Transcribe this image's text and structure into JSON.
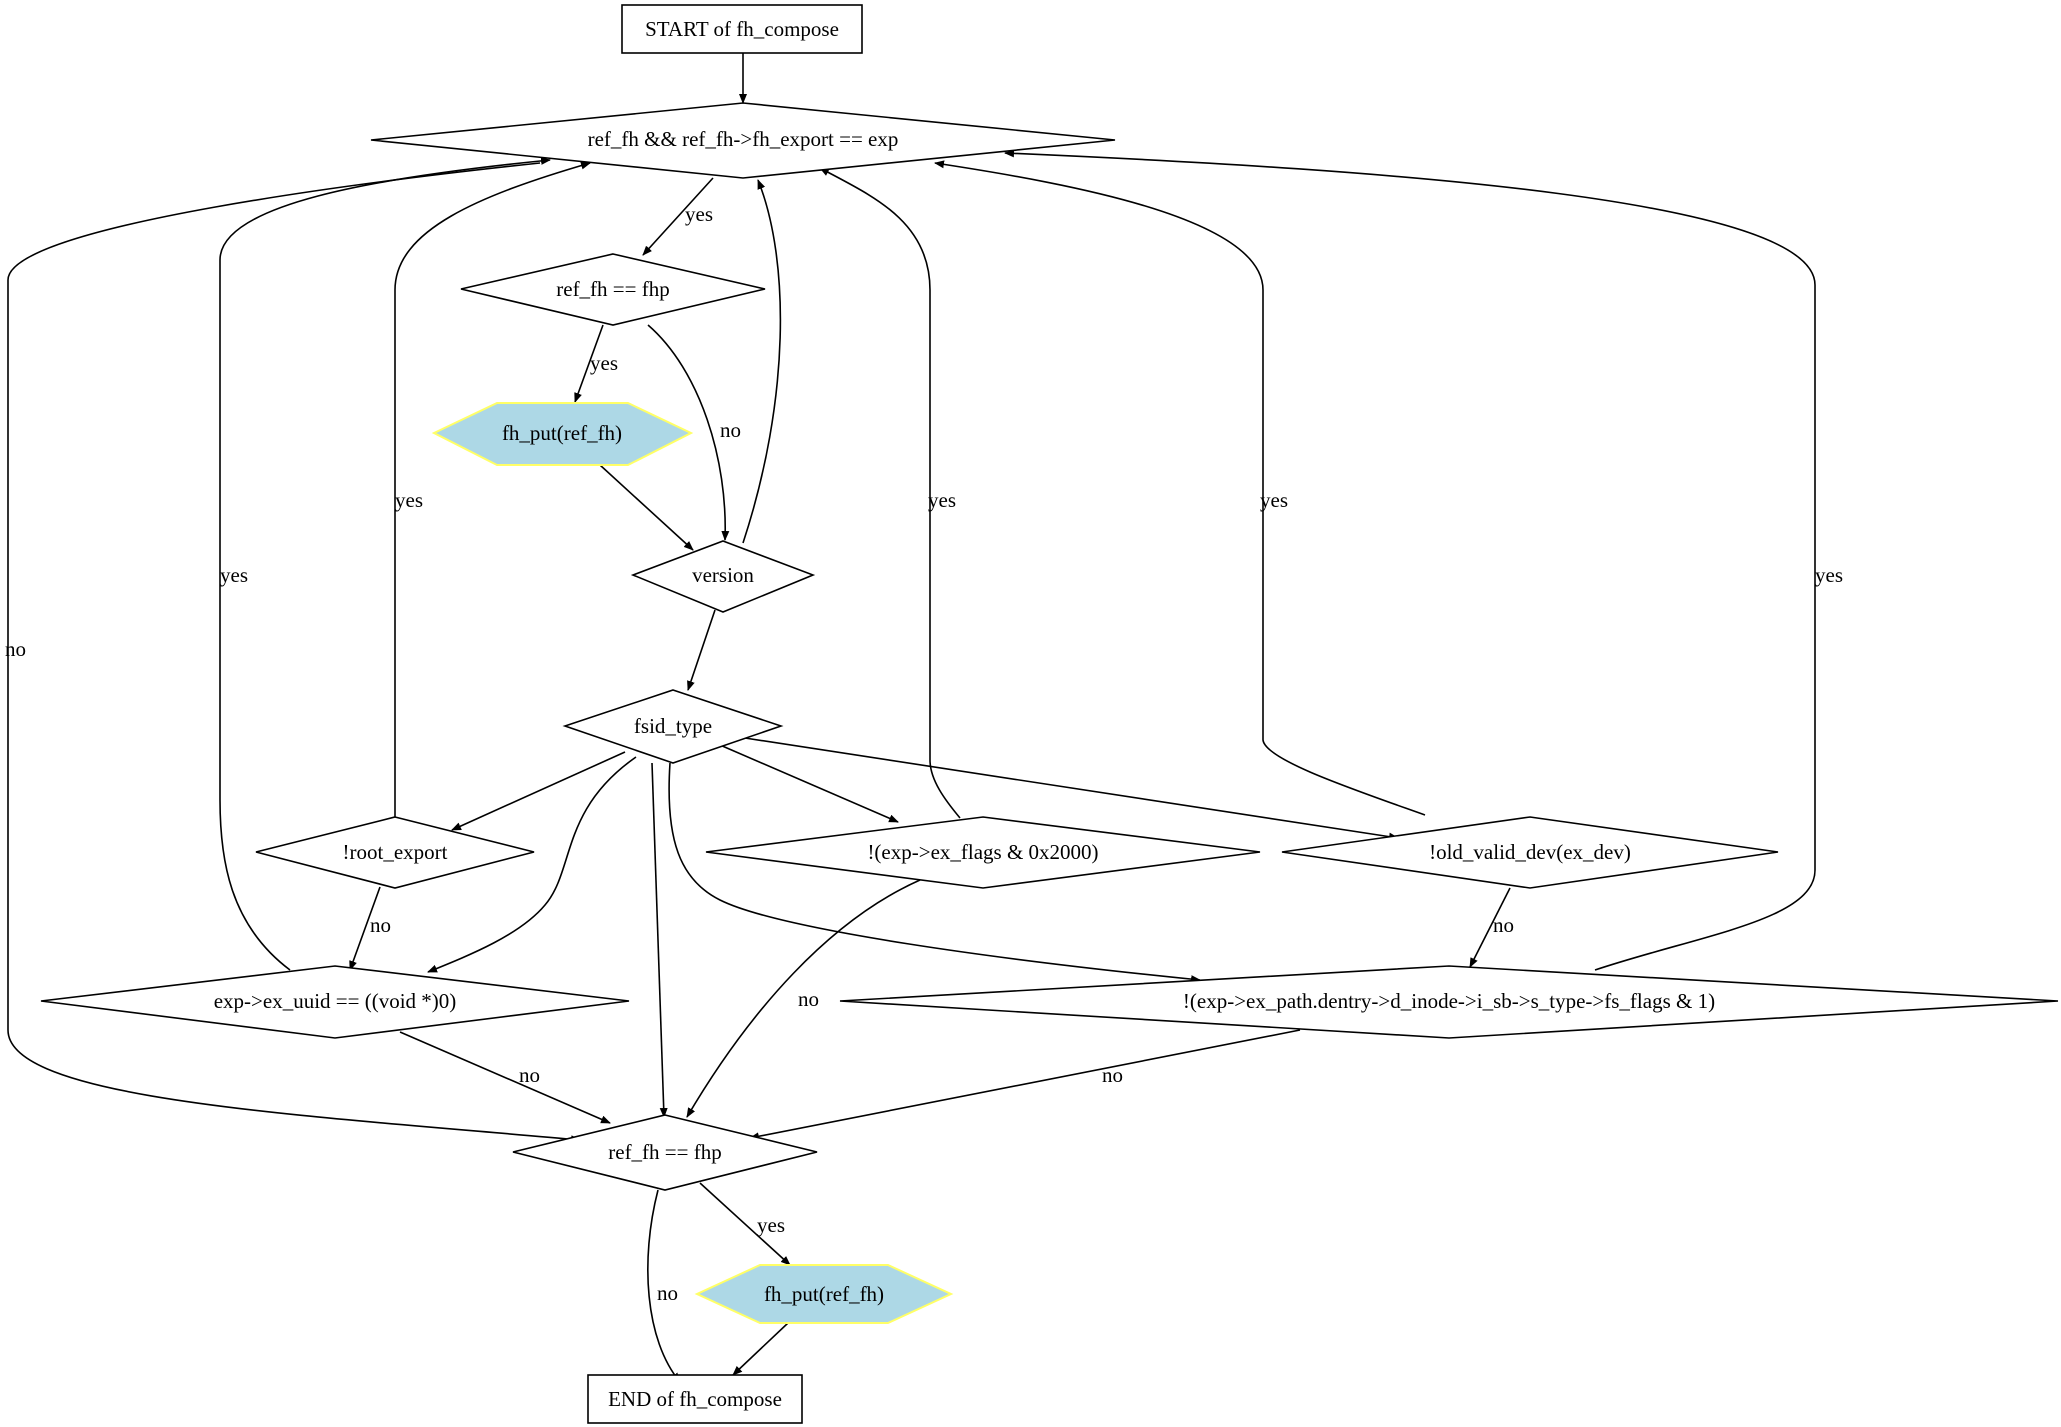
{
  "colors": {
    "call_fill": "#add8e6",
    "call_stroke": "#ffff66",
    "line": "#000000",
    "background": "#ffffff"
  },
  "nodes": {
    "start": "START of fh_compose",
    "cond_export": "ref_fh && ref_fh->fh_export == exp",
    "cond_fhp1": "ref_fh == fhp",
    "put1": "fh_put(ref_fh)",
    "version": "version",
    "fsid_type": "fsid_type",
    "root_export": "!root_export",
    "ex_flags": "!(exp->ex_flags & 0x2000)",
    "old_valid_dev": "!old_valid_dev(ex_dev)",
    "ex_uuid": "exp->ex_uuid == ((void *)0)",
    "fs_flags": "!(exp->ex_path.dentry->d_inode->i_sb->s_type->fs_flags & 1)",
    "cond_fhp2": "ref_fh == fhp",
    "put2": "fh_put(ref_fh)",
    "end": "END of fh_compose"
  },
  "edge_labels": {
    "export_yes": "yes",
    "export_no": "no",
    "fhp1_yes": "yes",
    "fhp1_no": "no",
    "root_export_yes": "yes",
    "root_export_no": "no",
    "ex_uuid_yes": "yes",
    "ex_uuid_no": "no",
    "ex_flags_yes": "yes",
    "ex_flags_no": "no",
    "old_valid_dev_yes": "yes",
    "old_valid_dev_no": "no",
    "fs_flags_yes": "yes",
    "fs_flags_no": "no",
    "fhp2_yes": "yes",
    "fhp2_no": "no"
  }
}
